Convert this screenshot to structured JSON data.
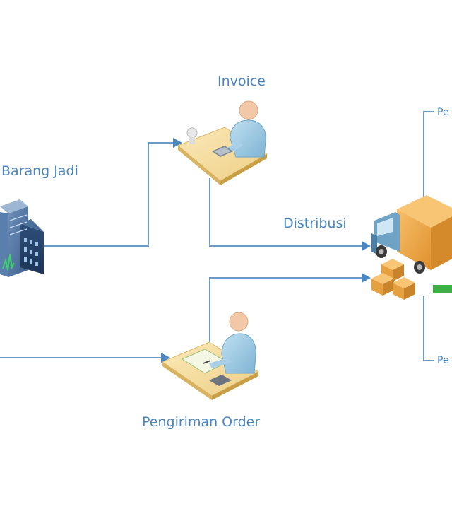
{
  "diagram": {
    "nodes": {
      "warehouse": {
        "label": "Barang Jadi",
        "icon": "warehouse-building-icon"
      },
      "invoice": {
        "label": "Invoice",
        "icon": "clerk-at-desk-icon"
      },
      "shipping_order": {
        "label": "Pengiriman Order",
        "icon": "clerk-writing-icon"
      },
      "distribution": {
        "label": "Distribusi",
        "icon": "delivery-truck-icon"
      },
      "branch_top": {
        "label": "Pe"
      },
      "branch_bottom": {
        "label": "Pe"
      }
    },
    "colors": {
      "label": "#4a86c0",
      "connector": "#6b9ac9",
      "arrow": "#4a86c0",
      "truck_box": "#f0a84a",
      "progress_green": "#3cb043"
    }
  }
}
